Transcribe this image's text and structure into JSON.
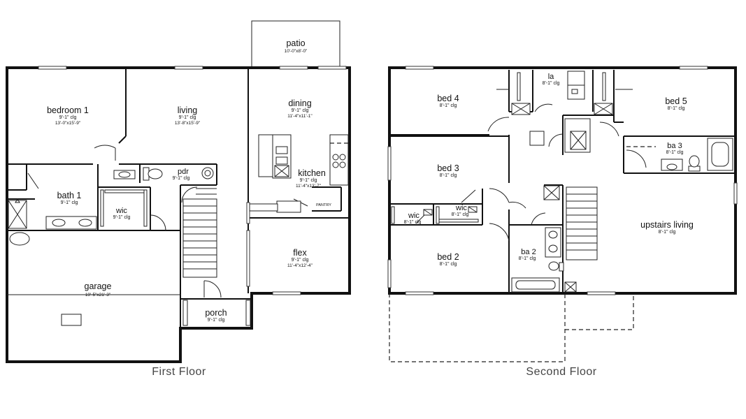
{
  "first_floor": {
    "caption": "First Floor",
    "rooms": [
      {
        "id": "patio",
        "name": "patio",
        "dim": "10'-0\"x8'-0\""
      },
      {
        "id": "bedroom1",
        "name": "bedroom 1",
        "clg": "9'-1\" clg",
        "dim": "13'-0\"x15'-9\""
      },
      {
        "id": "living",
        "name": "living",
        "clg": "9'-1\" clg",
        "dim": "13'-8\"x15'-9\""
      },
      {
        "id": "dining",
        "name": "dining",
        "clg": "9'-1\" clg",
        "dim": "11'-4\"x11'-1\""
      },
      {
        "id": "kitchen",
        "name": "kitchen",
        "clg": "9'-1\" clg",
        "dim": "11'-4\"x13'-7\""
      },
      {
        "id": "pantry",
        "name": "PANTRY"
      },
      {
        "id": "pdr",
        "name": "pdr",
        "clg": "9'-1\" clg"
      },
      {
        "id": "bath1",
        "name": "bath 1",
        "clg": "9'-1\" clg"
      },
      {
        "id": "wic1",
        "name": "wic",
        "clg": "9'-1\" clg"
      },
      {
        "id": "flex",
        "name": "flex",
        "clg": "9'-1\" clg",
        "dim": "11'-4\"x12'-4\""
      },
      {
        "id": "garage",
        "name": "garage",
        "dim": "19'-5\"x21'-3\""
      },
      {
        "id": "porch",
        "name": "porch",
        "clg": "9'-1\" clg"
      }
    ]
  },
  "second_floor": {
    "caption": "Second Floor",
    "rooms": [
      {
        "id": "la",
        "name": "la",
        "clg": "8'-1\" clg"
      },
      {
        "id": "bed4",
        "name": "bed 4",
        "clg": "8'-1\" clg"
      },
      {
        "id": "bed5",
        "name": "bed 5",
        "clg": "8'-1\" clg"
      },
      {
        "id": "ba3",
        "name": "ba 3",
        "clg": "8'-1\" clg"
      },
      {
        "id": "bed3",
        "name": "bed 3",
        "clg": "8'-1\" clg"
      },
      {
        "id": "wic2",
        "name": "wic",
        "clg": "8'-1\" clg"
      },
      {
        "id": "wic3",
        "name": "wic",
        "clg": "8'-1\" clg"
      },
      {
        "id": "upstairs_living",
        "name": "upstairs living",
        "clg": "8'-1\" clg"
      },
      {
        "id": "bed2",
        "name": "bed 2",
        "clg": "8'-1\" clg"
      },
      {
        "id": "ba2",
        "name": "ba 2",
        "clg": "8'-1\" clg"
      }
    ]
  }
}
